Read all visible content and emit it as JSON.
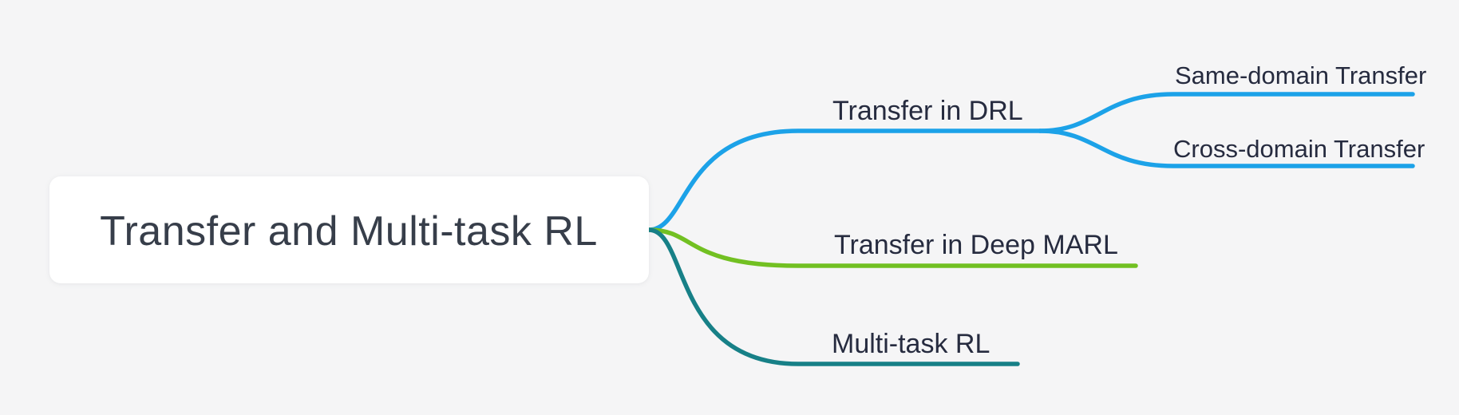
{
  "theme": {
    "background": "#f5f5f6",
    "node_box_fill": "#ffffff",
    "root_text_color": "#373e4a",
    "label_text_color": "#262b3f"
  },
  "mindmap": {
    "root": {
      "label": "Transfer and Multi-task RL"
    },
    "branches": [
      {
        "label": "Transfer in DRL",
        "color": "#1ca2e8",
        "children": [
          {
            "label": "Same-domain Transfer"
          },
          {
            "label": "Cross-domain Transfer"
          }
        ]
      },
      {
        "label": "Transfer in Deep MARL",
        "color": "#72c022",
        "children": []
      },
      {
        "label": "Multi-task RL",
        "color": "#178087",
        "children": []
      }
    ]
  }
}
